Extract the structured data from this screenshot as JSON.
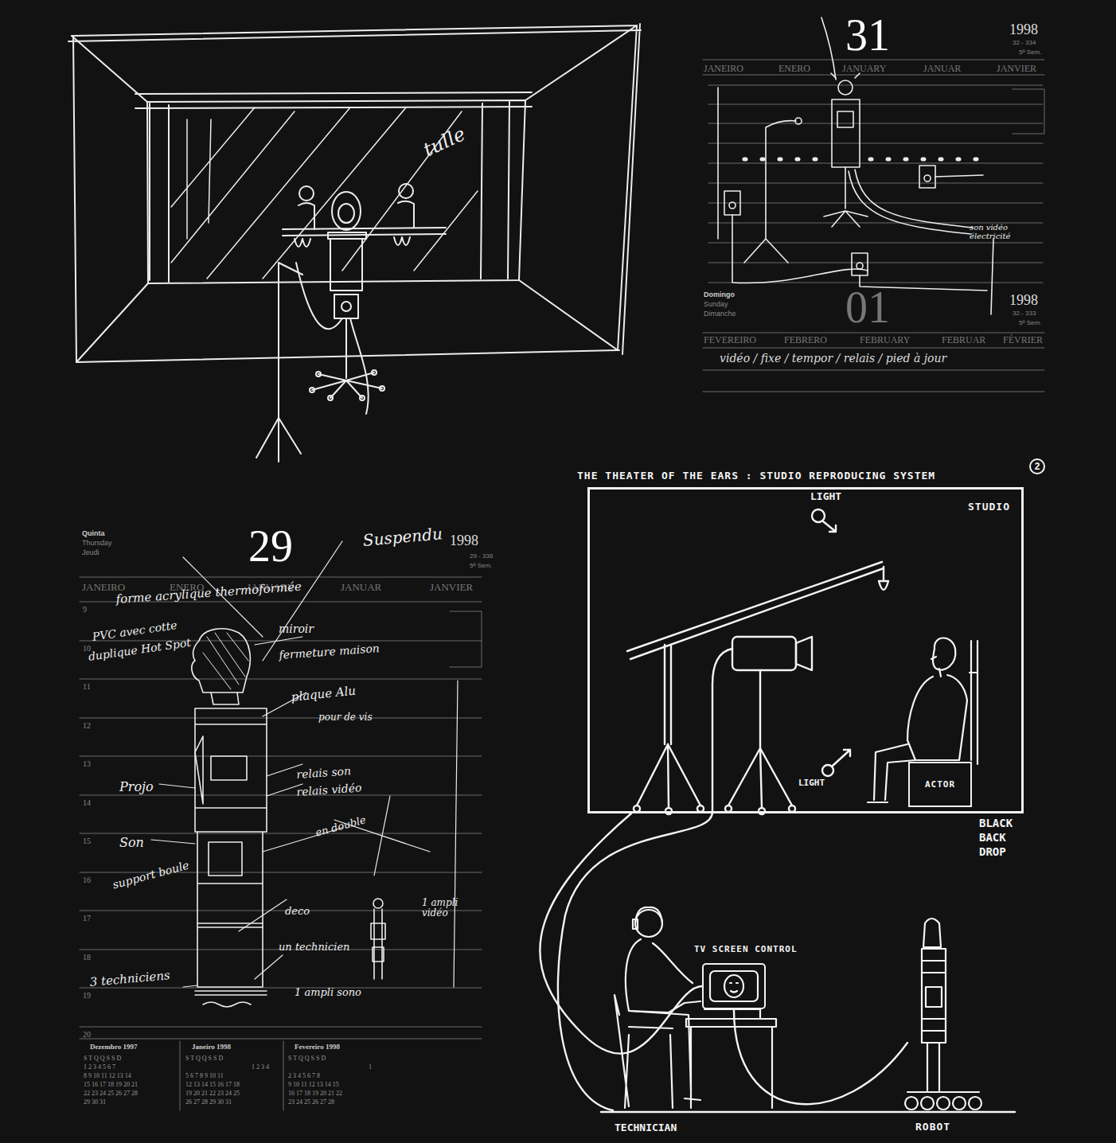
{
  "diagram": {
    "title": "THE THEATER OF THE EARS : STUDIO REPRODUCING SYSTEM",
    "nodes": [
      {
        "text": [
          "STUDIO"
        ]
      },
      {
        "text": [
          "ACTOR"
        ],
        "in": 0
      },
      {
        "text": [
          "TV SCREEN CONTROL"
        ]
      },
      {
        "text": [
          "ROBOT"
        ]
      }
    ],
    "edges": [
      {
        "from": 0,
        "to": 2,
        "arrow": "none"
      },
      {
        "from": 2,
        "to": 3,
        "arrow": "none"
      }
    ],
    "labels": [
      "tulle",
      "31",
      "1998",
      "32 - 334",
      "5ª Sem.",
      "JANEIRO",
      "ENERO",
      "JANUARY",
      "JANUAR",
      "JANVIER",
      "son vidéo électricité",
      "Domingo",
      "Sunday",
      "Dimanche",
      "01",
      "1998",
      "32 - 333",
      "5ª Sem.",
      "FEVEREIRO",
      "FEBRERO",
      "FEBRUARY",
      "FEBRUAR",
      "FÉVRIER",
      "vidéo / fixe / tempor / relais / pied à jour",
      "Quinta",
      "Thursday",
      "Jeudi",
      "29",
      "Suspendu",
      "1998",
      "29 - 336",
      "5ª Sem.",
      "JANEIRO",
      "ENERO",
      "JANUARY",
      "JANUAR",
      "JANVIER",
      "9",
      "10",
      "11",
      "12",
      "13",
      "14",
      "15",
      "16",
      "17",
      "18",
      "19",
      "20",
      "forme acrylique thermoformée",
      "PVC avec cotte",
      "duplique Hot Spot",
      "miroir",
      "fermeture maison",
      "plaque Alu",
      "pour de vis",
      "Projo",
      "Son",
      "relais son",
      "relais vidéo",
      "en double",
      "support boule",
      "deco",
      "1 ampli vidéo",
      "un technicien",
      "3 techniciens",
      "1 ampli sono",
      "Dezembro 1997",
      "Janeiro 1998",
      "Fevereiro 1998",
      "S T Q Q S S D",
      "1 2 3 4 5 6 7",
      "8 9 10 11 12 13 14",
      "15 16 17 18 19 20 21",
      "22 23 24 25 26 27 28",
      "29 30 31",
      "S T Q Q S S D",
      "1 2 3 4",
      "5 6 7 8 9 10 11",
      "12 13 14 15 16 17 18",
      "19 20 21 22 23 24 25",
      "26 27 28 29 30 31",
      "S T Q Q S S D",
      "1",
      "2 3 4 5 6 7 8",
      "9 10 11 12 13 14 15",
      "16 17 18 19 20 21 22",
      "23 24 25 26 27 28",
      "LIGHT",
      "LIGHT",
      "BLACK BACK DROP",
      "TECHNICIAN",
      "2"
    ]
  }
}
